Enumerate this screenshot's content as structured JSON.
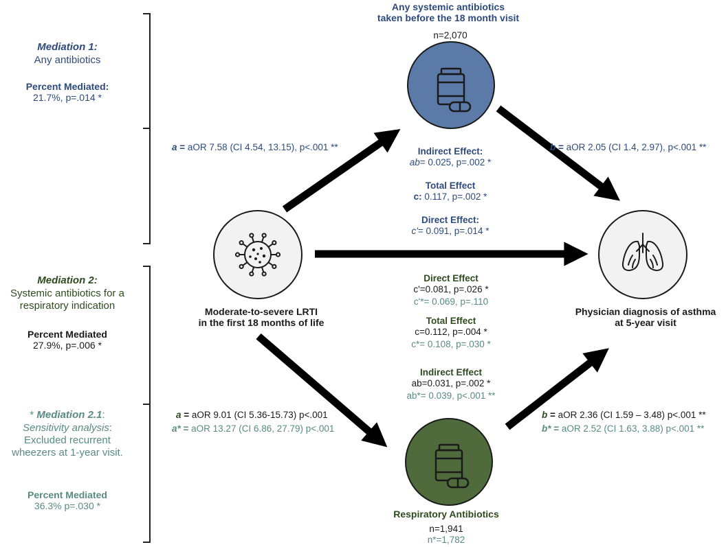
{
  "colors": {
    "blue": "#2e4a7d",
    "blue_fill": "#5b7aa8",
    "green": "#2f4a1f",
    "green_fill": "#4f6b3c",
    "teal": "#5a8a84",
    "neutral_fill": "#f2f2f2",
    "arrow": "#000000"
  },
  "icons": {
    "top_node": "pill-bottle-icon",
    "bottom_node": "pill-bottle-icon",
    "left_node": "virus-icon",
    "right_node": "lungs-icon"
  },
  "med1": {
    "title": "Mediation 1:",
    "subtitle": "Any antibiotics",
    "pm_label": "Percent Mediated:",
    "pm_value": "21.7%, p=.014 *"
  },
  "med2": {
    "title": "Mediation 2:",
    "line1": "Systemic antibiotics for a",
    "line2": "respiratory indication",
    "pm_label": "Percent Mediated",
    "pm_value": "27.9%, p=.006 *"
  },
  "med21": {
    "prefix": "* ",
    "title": "Mediation 2.1",
    "colon": ":",
    "line1": "Sensitivity analysis",
    "line1_suffix": ":",
    "line2": "Excluded recurrent",
    "line3": "wheezers at 1-year visit.",
    "pm_label": "Percent Mediated",
    "pm_value": "36.3% p=.030 *"
  },
  "top_node": {
    "line1": "Any systemic antibiotics",
    "line2": "taken before the 18 month visit",
    "n": "n=2,070"
  },
  "left_node": {
    "line1": "Moderate-to-severe LRTI",
    "line2": "in the first 18 months of life"
  },
  "right_node": {
    "line1": "Physician diagnosis of asthma",
    "line2": "at 5-year visit"
  },
  "bottom_node": {
    "label": "Respiratory Antibiotics",
    "n": "n=1,941",
    "n_star": "n*=1,782"
  },
  "path_a1": {
    "letter": "a",
    "eq": " = ",
    "value": "aOR 7.58 (CI 4.54, 13.15), p<.001 **"
  },
  "path_b1": {
    "letter": "b",
    "eq": " = ",
    "value": "aOR 2.05 (CI 1.4, 2.97), p<.001 **"
  },
  "effects1": {
    "indirect_label": "Indirect Effect:",
    "indirect_letter": "ab",
    "indirect_value": "= 0.025, p=.002 *",
    "total_label": "Total Effect",
    "total_letter": "c:",
    "total_value": " 0.117, p=.002 *",
    "direct_label": "Direct Effect:",
    "direct_letter": "c'",
    "direct_value": "= 0.091, p=.014 *"
  },
  "effects2": {
    "direct_label": "Direct Effect",
    "direct_value": "c'=0.081, p=.026 *",
    "direct_star": "c'*= 0.069, p=.110",
    "total_label": "Total Effect",
    "total_value": "c=0.112, p=.004 *",
    "total_star": "c*= 0.108, p=.030 *",
    "indirect_label": "Indirect Effect",
    "indirect_value": "ab=0.031, p=.002 *",
    "indirect_star": "ab*= 0.039, p<.001 **"
  },
  "path_a2": {
    "letter": "a",
    "eq": " = ",
    "value": "aOR 9.01 (CI 5.36-15.73) p<.001",
    "letter_star": "a*",
    "value_star": "aOR 13.27 (CI 6.86, 27.79) p<.001"
  },
  "path_b2": {
    "letter": "b",
    "eq": " = ",
    "value": "aOR 2.36 (CI 1.59 – 3.48) p<.001 **",
    "letter_star": "b*",
    "value_star": "aOR 2.52 (CI 1.63, 3.88) p<.001 **"
  }
}
